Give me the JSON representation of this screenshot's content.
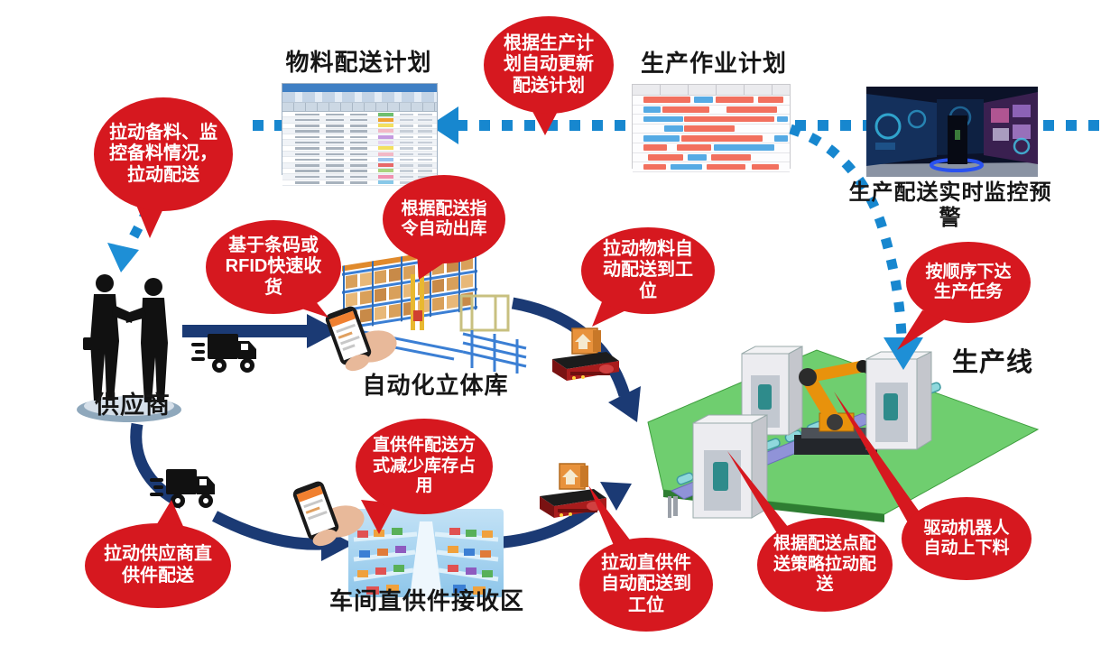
{
  "colors": {
    "bubble_red": "#d6181f",
    "arrow_dark_navy": "#1b3a74",
    "arrow_bright_blue": "#1787cf",
    "arrowhead_blue": "#1e8fd6",
    "gantt_red": "#f2705e",
    "gantt_blue": "#55aae4",
    "title_text": "#161616"
  },
  "labels": {
    "material_plan": "物料配送计划",
    "production_plan": "生产作业计划",
    "monitor": "生产配送实时监控预警",
    "warehouse": "自动化立体库",
    "supplier": "供应商",
    "receiving": "车间直供件接收区",
    "production_line": "生产线"
  },
  "bubbles": [
    {
      "id": "pull-stock",
      "text": "拉动备料、监控备料情况，拉动配送"
    },
    {
      "id": "auto-update",
      "text": "根据生产计划自动更新配送计划"
    },
    {
      "id": "barcode",
      "text": "基于条码或RFID快速收货"
    },
    {
      "id": "auto-outbound",
      "text": "根据配送指令自动出库"
    },
    {
      "id": "pull-material",
      "text": "拉动物料自动配送到工位"
    },
    {
      "id": "sequence-task",
      "text": "按顺序下达生产任务"
    },
    {
      "id": "pull-supplier",
      "text": "拉动供应商直供件配送"
    },
    {
      "id": "direct-supply",
      "text": "直供件配送方式减少库存占用"
    },
    {
      "id": "pull-direct",
      "text": "拉动直供件自动配送到工位"
    },
    {
      "id": "delivery-strategy",
      "text": "根据配送点配送策略拉动配送"
    },
    {
      "id": "robot-load",
      "text": "驱动机器人自动上下料"
    }
  ],
  "images": {
    "spreadsheet": {
      "name": "material-plan-table-screenshot",
      "row_colors": [
        "#6fbf6f",
        "#f0a030",
        "#f3e060",
        "#f2b8c6",
        "#c49ae0",
        "#e4d2f0",
        "#f3e060",
        "#f2b8c6",
        "#9cc4ee",
        "#e86868",
        "#a8d47e",
        "#f090b0",
        "#88c8e8"
      ]
    },
    "gantt": {
      "name": "production-schedule-gantt-screenshot",
      "rows": [
        [
          [
            7,
            30,
            "r"
          ],
          [
            39,
            12,
            "b"
          ],
          [
            53,
            24,
            "r"
          ],
          [
            80,
            16,
            "r"
          ]
        ],
        [
          [
            7,
            11,
            "b"
          ],
          [
            19,
            30,
            "r"
          ],
          [
            60,
            32,
            "r"
          ]
        ],
        [
          [
            7,
            25,
            "b"
          ],
          [
            33,
            57,
            "r"
          ],
          [
            92,
            7,
            "b"
          ]
        ],
        [
          [
            20,
            12,
            "b"
          ],
          [
            33,
            32,
            "r"
          ]
        ],
        [
          [
            7,
            23,
            "b"
          ],
          [
            31,
            52,
            "r"
          ],
          [
            90,
            9,
            "b"
          ]
        ],
        [
          [
            7,
            15,
            "r"
          ],
          [
            28,
            22,
            "r"
          ],
          [
            52,
            38,
            "b"
          ]
        ],
        [
          [
            10,
            22,
            "r"
          ],
          [
            35,
            12,
            "b"
          ],
          [
            50,
            25,
            "r"
          ]
        ],
        [
          [
            7,
            14,
            "r"
          ],
          [
            24,
            20,
            "b"
          ],
          [
            47,
            25,
            "r"
          ],
          [
            76,
            17,
            "r"
          ]
        ]
      ]
    },
    "monitor": {
      "name": "control-room-photo"
    },
    "warehouse": {
      "name": "automated-warehouse-3d-image"
    },
    "receiving": {
      "name": "receiving-area-shelves-image"
    },
    "production_line": {
      "name": "production-line-3d-image"
    },
    "supplier": {
      "name": "supplier-handshake-silhouette"
    },
    "truck": {
      "name": "delivery-truck-icon"
    },
    "phone": {
      "name": "handheld-scanner-phone-icon"
    },
    "agv": {
      "name": "agv-with-box-icon"
    }
  }
}
